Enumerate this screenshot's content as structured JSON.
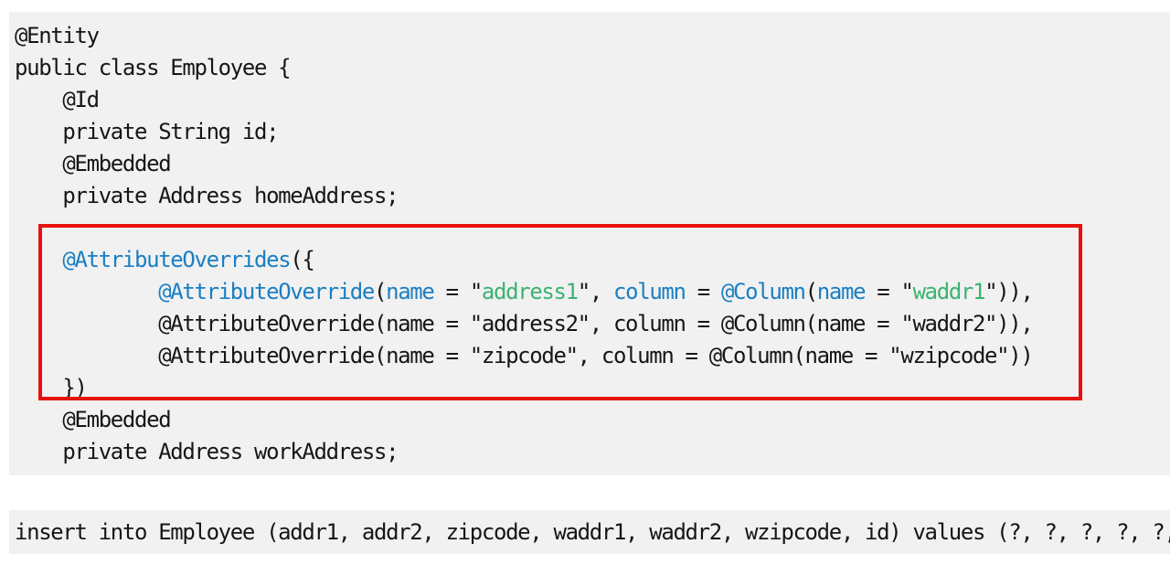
{
  "colors": {
    "page_bg": "#ffffff",
    "panel_bg": "#f1f1f1",
    "code_text": "#161616",
    "annotation_blue": "#1a7fc2",
    "string_green": "#3cb371",
    "highlight_red": "#e8110f"
  },
  "code": {
    "language": "java",
    "lines": [
      {
        "tokens": [
          {
            "t": "@Entity",
            "c": "p"
          }
        ]
      },
      {
        "tokens": [
          {
            "t": "public class Employee {",
            "c": "p"
          }
        ]
      },
      {
        "tokens": [
          {
            "t": "    @Id",
            "c": "p"
          }
        ]
      },
      {
        "tokens": [
          {
            "t": "    private String id;",
            "c": "p"
          }
        ]
      },
      {
        "tokens": [
          {
            "t": "    @Embedded",
            "c": "p"
          }
        ]
      },
      {
        "tokens": [
          {
            "t": "    private Address homeAddress;",
            "c": "p"
          }
        ]
      },
      {
        "tokens": []
      },
      {
        "tokens": [
          {
            "t": "    ",
            "c": "p"
          },
          {
            "t": "@AttributeOverrides",
            "c": "k"
          },
          {
            "t": "({",
            "c": "p"
          }
        ]
      },
      {
        "tokens": [
          {
            "t": "            ",
            "c": "p"
          },
          {
            "t": "@AttributeOverride",
            "c": "k"
          },
          {
            "t": "(",
            "c": "p"
          },
          {
            "t": "name",
            "c": "k"
          },
          {
            "t": " = \"",
            "c": "p"
          },
          {
            "t": "address1",
            "c": "s"
          },
          {
            "t": "\", ",
            "c": "p"
          },
          {
            "t": "column",
            "c": "k"
          },
          {
            "t": " = ",
            "c": "p"
          },
          {
            "t": "@Column",
            "c": "k"
          },
          {
            "t": "(",
            "c": "p"
          },
          {
            "t": "name",
            "c": "k"
          },
          {
            "t": " = \"",
            "c": "p"
          },
          {
            "t": "waddr1",
            "c": "s"
          },
          {
            "t": "\")),",
            "c": "p"
          }
        ]
      },
      {
        "tokens": [
          {
            "t": "            @AttributeOverride(name = \"address2\", column = @Column(name = \"waddr2\")),",
            "c": "p"
          }
        ]
      },
      {
        "tokens": [
          {
            "t": "            @AttributeOverride(name = \"zipcode\", column = @Column(name = \"wzipcode\"))",
            "c": "p"
          }
        ]
      },
      {
        "tokens": [
          {
            "t": "    })",
            "c": "p"
          }
        ]
      },
      {
        "tokens": [
          {
            "t": "    @Embedded",
            "c": "p"
          }
        ]
      },
      {
        "tokens": [
          {
            "t": "    private Address workAddress;",
            "c": "p"
          }
        ]
      }
    ]
  },
  "highlight": {
    "label": "attribute-overrides-block"
  },
  "sql": {
    "text": "insert into Employee (addr1, addr2, zipcode, waddr1, waddr2, wzipcode, id) values (?, ?, ?, ?, ?,"
  }
}
